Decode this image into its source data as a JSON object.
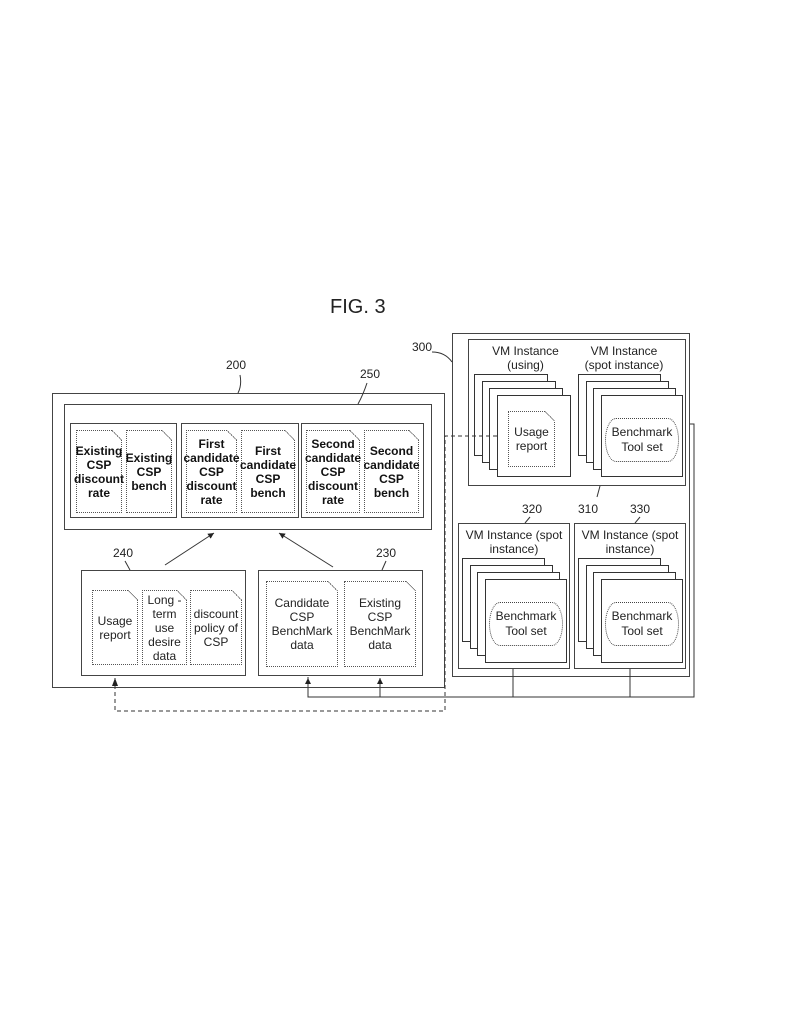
{
  "figure_title": "FIG. 3",
  "refs": {
    "r200": "200",
    "r250": "250",
    "r240": "240",
    "r230": "230",
    "r300": "300",
    "r310": "310",
    "r320": "320",
    "r330": "330"
  },
  "box250": {
    "docs": [
      "Existing CSP discount rate",
      "Existing CSP bench",
      "First candidate CSP discount rate",
      "First candidate CSP bench",
      "Second candidate CSP discount rate",
      "Second candidate CSP bench"
    ]
  },
  "box240": {
    "docs": [
      "Usage report",
      "Long -term use desire data",
      "discount policy of CSP"
    ]
  },
  "box230": {
    "docs": [
      "Candidate CSP BenchMark data",
      "Existing CSP BenchMark data"
    ]
  },
  "box310": {
    "vm_using_title": "VM Instance (using)",
    "vm_using_doc": "Usage report",
    "vm_spot_title": "VM Instance (spot instance)",
    "vm_spot_tool": "Benchmark Tool set"
  },
  "box320": {
    "title": "VM Instance (spot instance)",
    "tool": "Benchmark Tool set"
  },
  "box330": {
    "title": "VM Instance (spot instance)",
    "tool": "Benchmark Tool set"
  }
}
